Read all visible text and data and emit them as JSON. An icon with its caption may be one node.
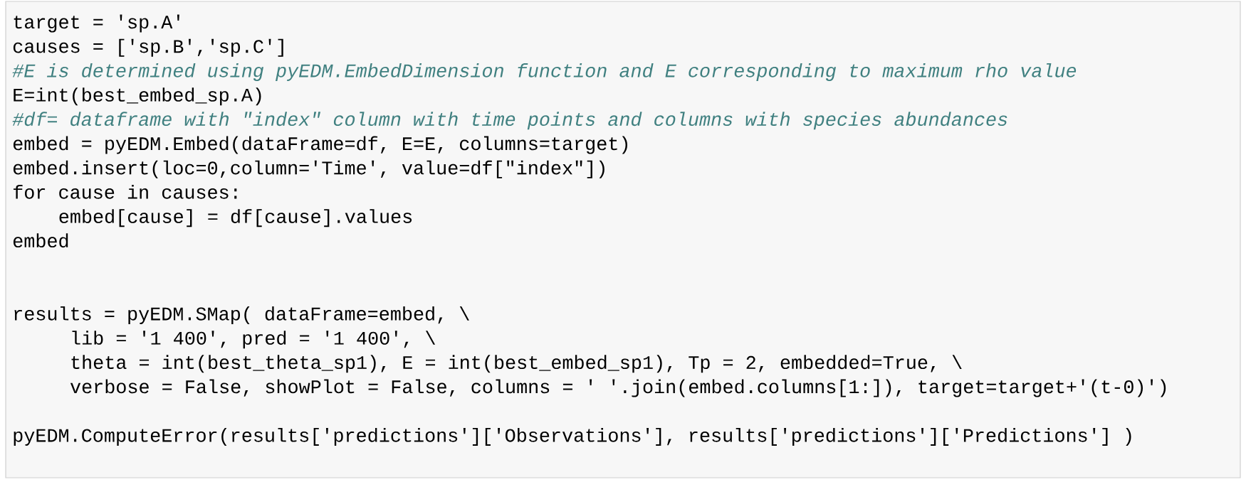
{
  "diagram": {
    "labels": [
      "target = 'sp.A'",
      "causes = ['sp.B','sp.C']",
      "#E is determined using pyEDM.EmbedDimension function and E corresponding to maximum rho value",
      "E=int(best_embed_sp.A)",
      "#df= dataframe with \"index\" column with time points and columns with species abundances",
      "embed = pyEDM.Embed(dataFrame=df, E=E, columns=target)",
      "embed.insert(loc=0,column='Time', value=df[\"index\"])",
      "for cause in causes:",
      "embed[cause] = df[cause].values",
      "embed",
      "results = pyEDM.SMap( dataFrame=embed, \\",
      "lib = '1 400', pred = '1 400', \\",
      "theta = int(best_theta_sp1), E = int(best_embed_sp1), Tp = 2, embedded=True, \\",
      "verbose = False, showPlot = False, columns = ' '.join(embed.columns[1:]), target=target+'(t-0)')",
      "pyEDM.ComputeError(results['predictions']['Observations'], results['predictions']['Predictions'] )"
    ]
  }
}
